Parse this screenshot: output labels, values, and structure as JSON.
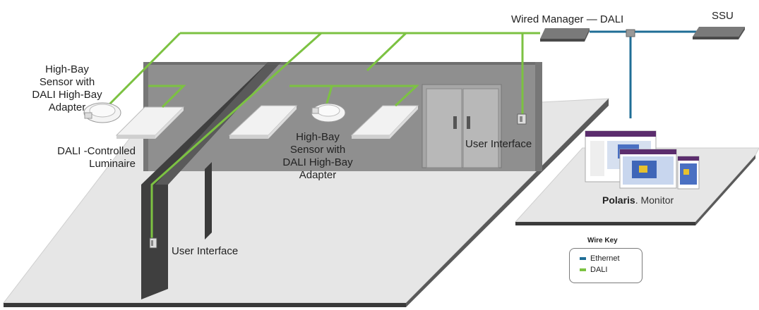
{
  "labels": {
    "wired_manager": "Wired Manager — DALI",
    "ssu": "SSU",
    "sensor_left": [
      "High-Bay",
      "Sensor with",
      "DALI High-Bay",
      "Adapter"
    ],
    "sensor_center": [
      "High-Bay",
      "Sensor with",
      "DALI High-Bay",
      "Adapter"
    ],
    "luminaire": [
      "DALI -Controlled",
      "Luminaire"
    ],
    "user_interface_right": "User Interface",
    "user_interface_bottom": "User Interface"
  },
  "brand": {
    "name": "Polaris",
    "suffix": ".",
    "product": "Monitor"
  },
  "wire_key": {
    "title": "Wire Key",
    "items": [
      {
        "label": "Ethernet",
        "color": "#1f6e96"
      },
      {
        "label": "DALI",
        "color": "#7cc242"
      }
    ]
  },
  "colors": {
    "dali": "#7cc242",
    "ethernet": "#1f6e96",
    "floor": "#e6e6e6",
    "wall": "#8f8f8f",
    "wall_dark": "#4a4a4a"
  }
}
